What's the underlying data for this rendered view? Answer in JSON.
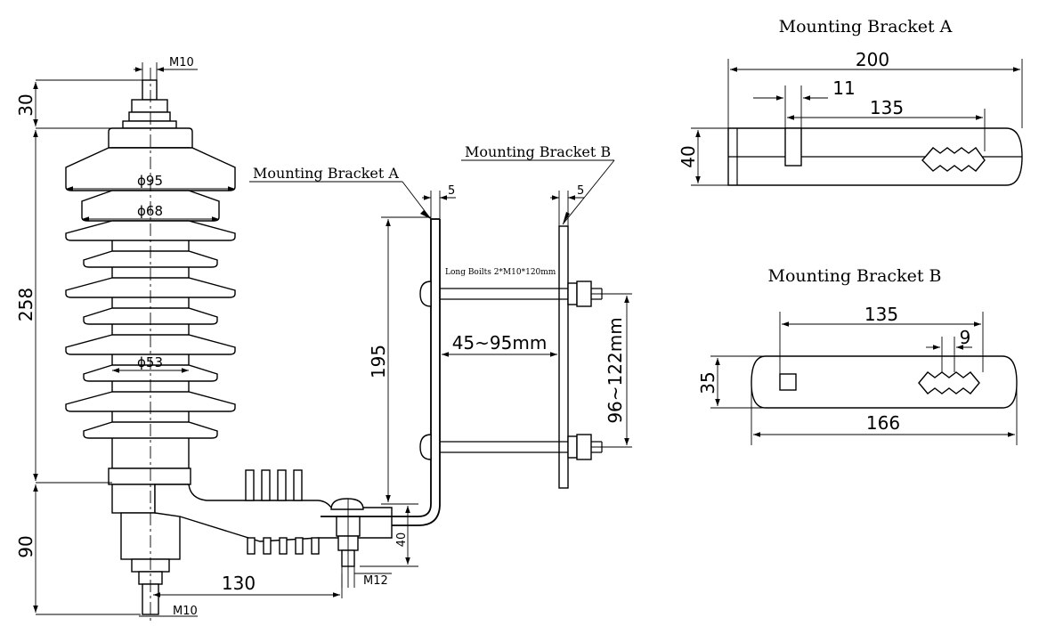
{
  "titles": {
    "bracket_a": "Mounting Bracket A",
    "bracket_b": "Mounting Bracket B"
  },
  "callouts": {
    "bracket_a": "Mounting Bracket A",
    "bracket_b": "Mounting Bracket B",
    "bolts": "Long Boilts 2*M10*120mm"
  },
  "main_dims": {
    "top_thread": "M10",
    "bottom_thread": "M10",
    "ground_thread": "M12",
    "top_height": "30",
    "body_height": "258",
    "base_height": "90",
    "d1": "ϕ95",
    "d2": "ϕ68",
    "d3": "ϕ53",
    "reach": "130",
    "bracket_height": "195",
    "foot_height": "40",
    "plate_a": "5",
    "plate_b": "5",
    "gap": "45~95mm",
    "pole": "96~122mm"
  },
  "bracket_a_dims": {
    "length": "200",
    "slot": "11",
    "spacing": "135",
    "height": "40"
  },
  "bracket_b_dims": {
    "spacing": "135",
    "slot": "9",
    "height": "35",
    "length": "166"
  }
}
